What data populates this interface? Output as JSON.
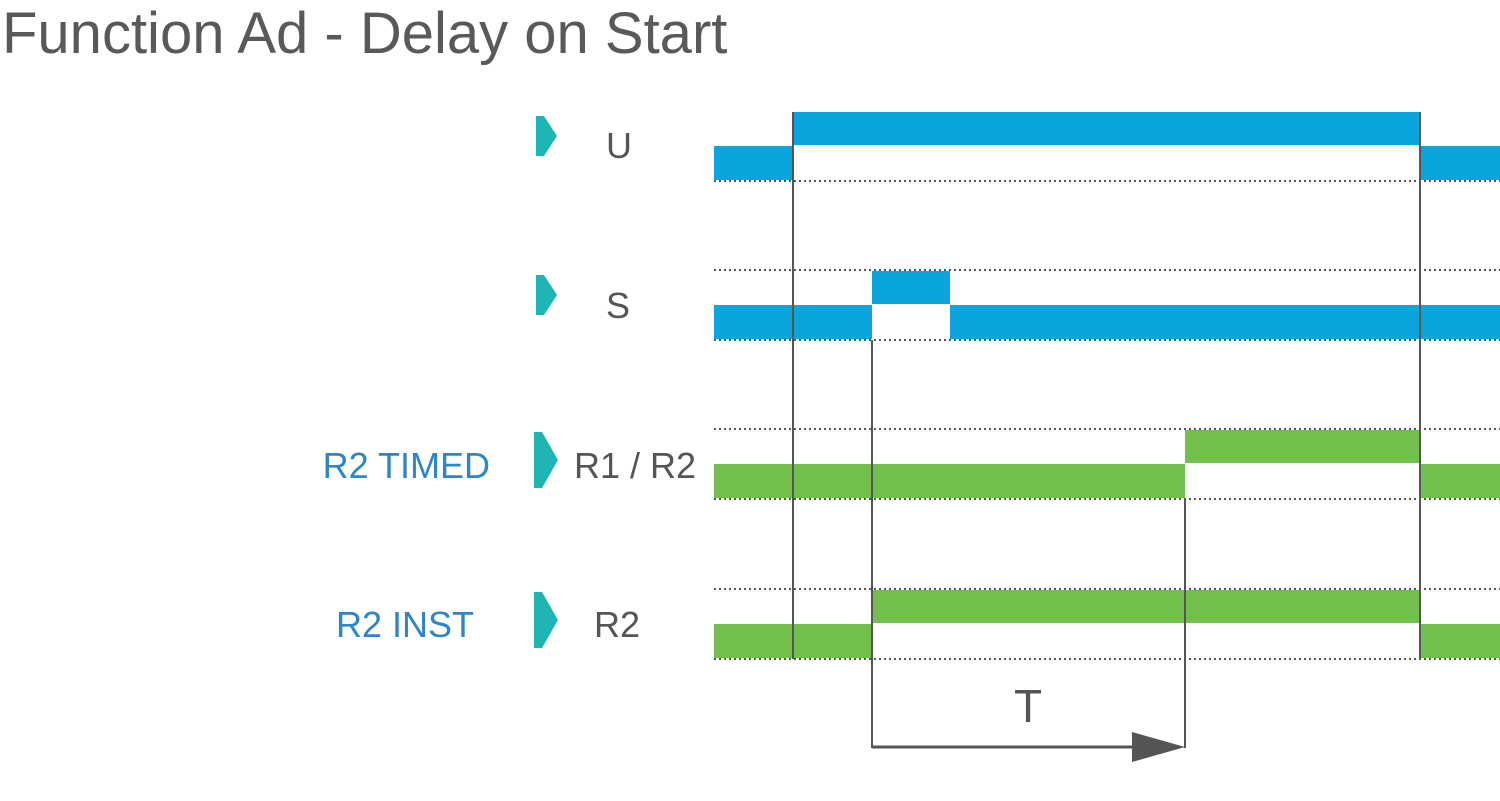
{
  "title": "Function Ad - Delay on Start",
  "colors": {
    "input_signal": "#0aa5dc",
    "relay_signal": "#72bf4c",
    "arrow_marker": "#1fb5b5",
    "guide_line": "#555555",
    "mode_text": "#2e86c8"
  },
  "rows": [
    {
      "mode_label": "",
      "signal_label": "U",
      "marker_icon": "chevron-right-icon"
    },
    {
      "mode_label": "",
      "signal_label": "S",
      "marker_icon": "chevron-right-icon"
    },
    {
      "mode_label": "R2 TIMED",
      "signal_label": "R1 / R2",
      "marker_icon": "chevron-right-icon"
    },
    {
      "mode_label": "R2 INST",
      "signal_label": "R2",
      "marker_icon": "chevron-right-icon"
    }
  ],
  "timing_label": "T"
}
